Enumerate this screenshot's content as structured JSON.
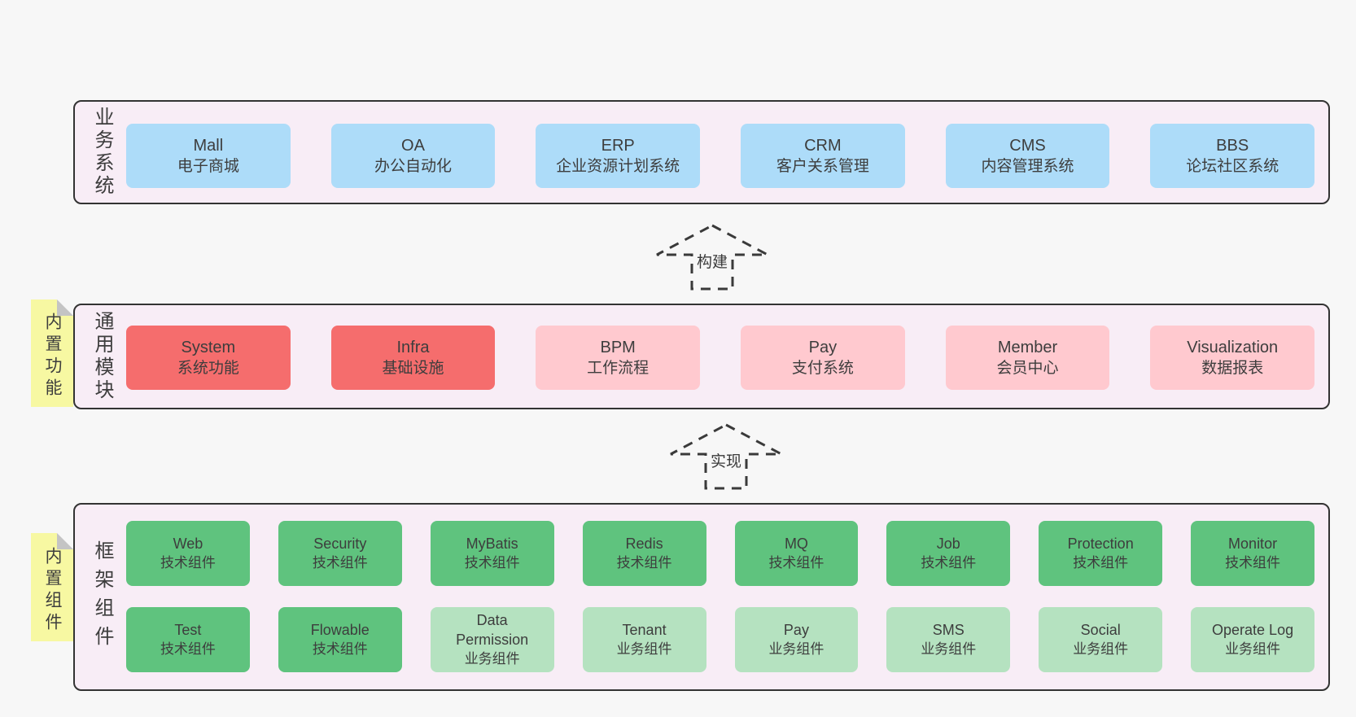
{
  "colors": {
    "page_bg": "#f7f7f7",
    "layer_bg": "#f8edf6",
    "layer_border": "#333333",
    "blue": "#addcf9",
    "red": "#f56d6d",
    "pink": "#ffc9cf",
    "green": "#5fc37e",
    "light_green": "#b5e2c0",
    "sticky_yellow": "#f7f8a2",
    "sticky_fold": "#c4c4c4",
    "text": "#3d3d3d"
  },
  "arrows": [
    {
      "label": "构建"
    },
    {
      "label": "实现"
    }
  ],
  "layers": [
    {
      "label": "业务系统",
      "boxes": [
        {
          "name": "Mall",
          "desc": "电子商城",
          "variant": "blue"
        },
        {
          "name": "OA",
          "desc": "办公自动化",
          "variant": "blue"
        },
        {
          "name": "ERP",
          "desc": "企业资源计划系统",
          "variant": "blue"
        },
        {
          "name": "CRM",
          "desc": "客户关系管理",
          "variant": "blue"
        },
        {
          "name": "CMS",
          "desc": "内容管理系统",
          "variant": "blue"
        },
        {
          "name": "BBS",
          "desc": "论坛社区系统",
          "variant": "blue"
        }
      ]
    },
    {
      "label": "通用模块",
      "sticky": "内置功能",
      "boxes": [
        {
          "name": "System",
          "desc": "系统功能",
          "variant": "red"
        },
        {
          "name": "Infra",
          "desc": "基础设施",
          "variant": "red"
        },
        {
          "name": "BPM",
          "desc": "工作流程",
          "variant": "pink"
        },
        {
          "name": "Pay",
          "desc": "支付系统",
          "variant": "pink"
        },
        {
          "name": "Member",
          "desc": "会员中心",
          "variant": "pink"
        },
        {
          "name": "Visualization",
          "desc": "数据报表",
          "variant": "pink"
        }
      ]
    },
    {
      "label": "框架组件",
      "sticky": "内置组件",
      "rows": [
        [
          {
            "name": "Web",
            "desc": "技术组件",
            "variant": "green"
          },
          {
            "name": "Security",
            "desc": "技术组件",
            "variant": "green"
          },
          {
            "name": "MyBatis",
            "desc": "技术组件",
            "variant": "green"
          },
          {
            "name": "Redis",
            "desc": "技术组件",
            "variant": "green"
          },
          {
            "name": "MQ",
            "desc": "技术组件",
            "variant": "green"
          },
          {
            "name": "Job",
            "desc": "技术组件",
            "variant": "green"
          },
          {
            "name": "Protection",
            "desc": "技术组件",
            "variant": "green"
          },
          {
            "name": "Monitor",
            "desc": "技术组件",
            "variant": "green"
          }
        ],
        [
          {
            "name": "Test",
            "desc": "技术组件",
            "variant": "green"
          },
          {
            "name": "Flowable",
            "desc": "技术组件",
            "variant": "green"
          },
          {
            "name": "Data Permission",
            "desc": "业务组件",
            "variant": "light_green"
          },
          {
            "name": "Tenant",
            "desc": "业务组件",
            "variant": "light_green"
          },
          {
            "name": "Pay",
            "desc": "业务组件",
            "variant": "light_green"
          },
          {
            "name": "SMS",
            "desc": "业务组件",
            "variant": "light_green"
          },
          {
            "name": "Social",
            "desc": "业务组件",
            "variant": "light_green"
          },
          {
            "name": "Operate Log",
            "desc": "业务组件",
            "variant": "light_green"
          }
        ]
      ]
    }
  ]
}
